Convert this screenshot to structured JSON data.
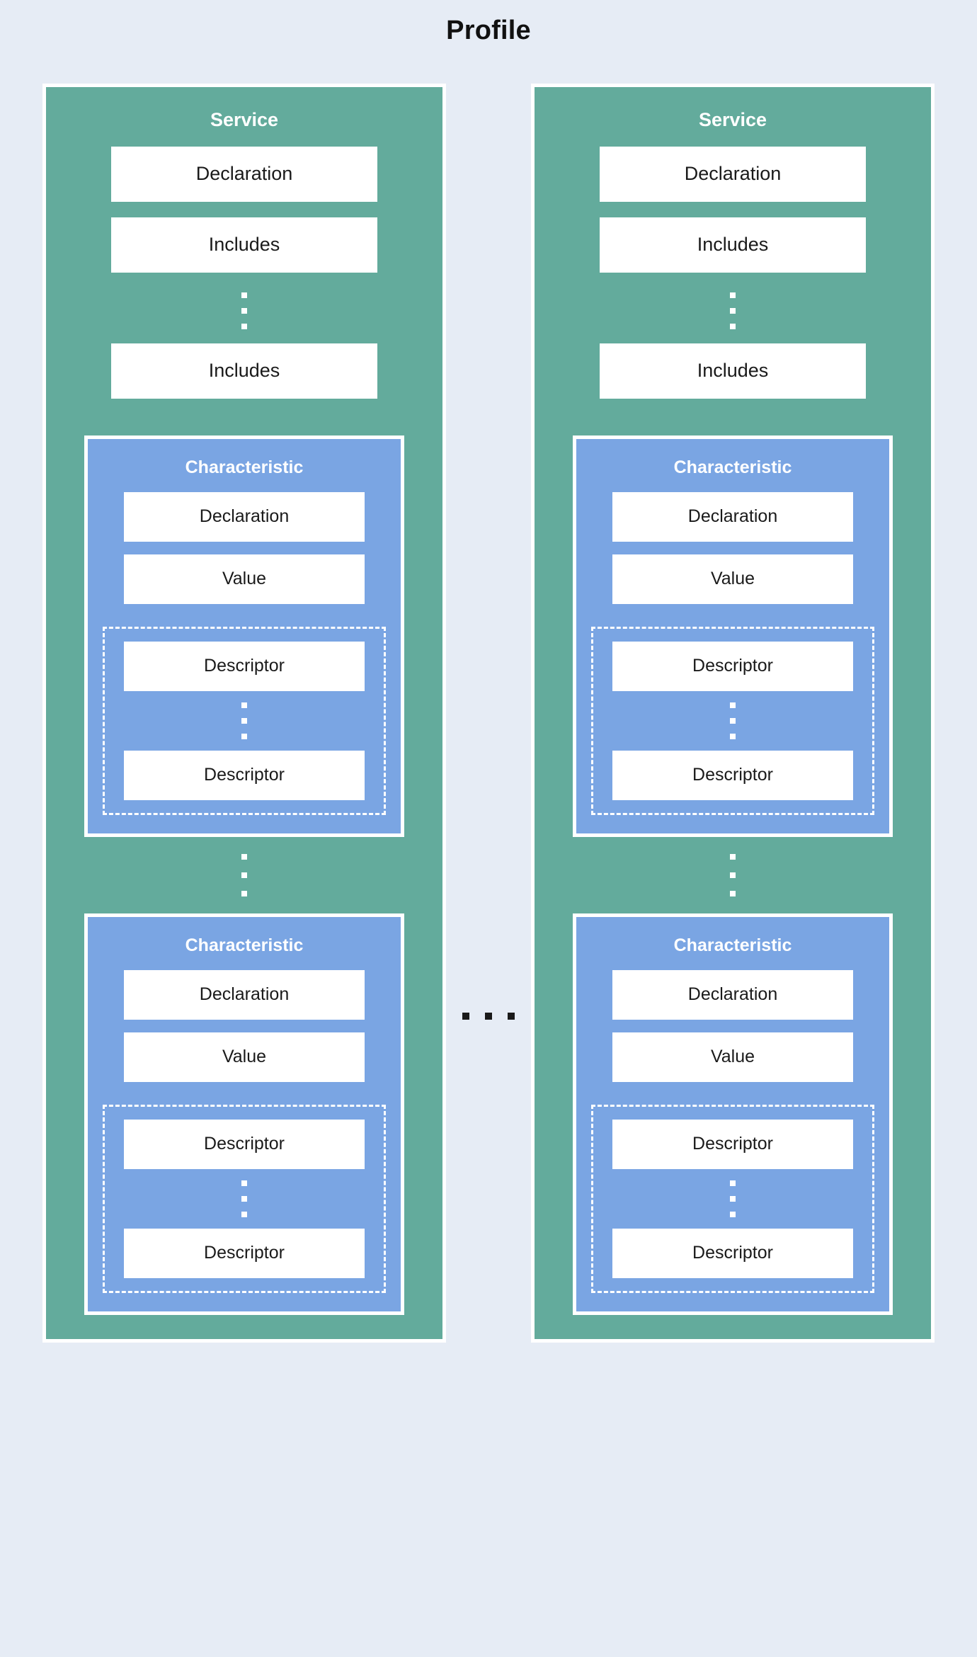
{
  "diagram": {
    "title": "Profile",
    "background_color": "#e6ecf5",
    "service_color": "#63ab9c",
    "characteristic_color": "#7aa5e3",
    "box_color": "#ffffff",
    "column_separator": "...",
    "columns": [
      {
        "service": {
          "title": "Service",
          "rows": [
            {
              "label": "Declaration"
            },
            {
              "label": "Includes"
            }
          ],
          "ellipsis": "vertical-dots",
          "last_row": {
            "label": "Includes"
          },
          "characteristics": [
            {
              "title": "Characteristic",
              "rows": [
                {
                  "label": "Declaration"
                },
                {
                  "label": "Value"
                }
              ],
              "descriptors": {
                "first": {
                  "label": "Descriptor"
                },
                "ellipsis": "vertical-dots",
                "last": {
                  "label": "Descriptor"
                }
              }
            },
            {
              "title": "Characteristic",
              "rows": [
                {
                  "label": "Declaration"
                },
                {
                  "label": "Value"
                }
              ],
              "descriptors": {
                "first": {
                  "label": "Descriptor"
                },
                "ellipsis": "vertical-dots",
                "last": {
                  "label": "Descriptor"
                }
              }
            }
          ],
          "characteristic_ellipsis": "vertical-dots"
        }
      },
      {
        "service": {
          "title": "Service",
          "rows": [
            {
              "label": "Declaration"
            },
            {
              "label": "Includes"
            }
          ],
          "ellipsis": "vertical-dots",
          "last_row": {
            "label": "Includes"
          },
          "characteristics": [
            {
              "title": "Characteristic",
              "rows": [
                {
                  "label": "Declaration"
                },
                {
                  "label": "Value"
                }
              ],
              "descriptors": {
                "first": {
                  "label": "Descriptor"
                },
                "ellipsis": "vertical-dots",
                "last": {
                  "label": "Descriptor"
                }
              }
            },
            {
              "title": "Characteristic",
              "rows": [
                {
                  "label": "Declaration"
                },
                {
                  "label": "Value"
                }
              ],
              "descriptors": {
                "first": {
                  "label": "Descriptor"
                },
                "ellipsis": "vertical-dots",
                "last": {
                  "label": "Descriptor"
                }
              }
            }
          ],
          "characteristic_ellipsis": "vertical-dots"
        }
      }
    ]
  }
}
